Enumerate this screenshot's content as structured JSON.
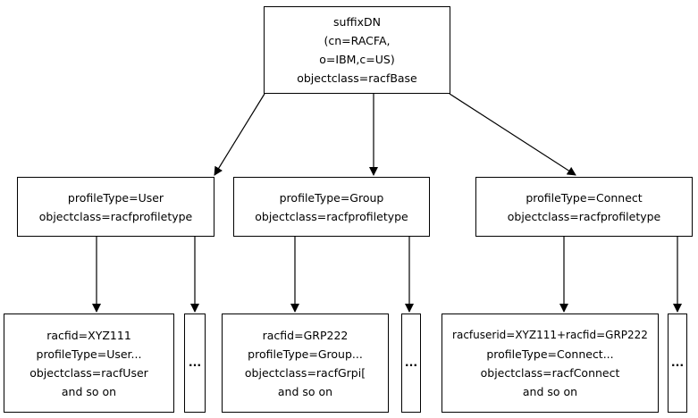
{
  "root": {
    "lines": [
      "suffixDN",
      "(cn=RACFA,",
      "o=IBM,c=US)",
      "objectclass=racfBase"
    ]
  },
  "types": [
    {
      "lines": [
        "profileType=User",
        "objectclass=racfprofiletype"
      ]
    },
    {
      "lines": [
        "profileType=Group",
        "objectclass=racfprofiletype"
      ]
    },
    {
      "lines": [
        "profileType=Connect",
        "objectclass=racfprofiletype"
      ]
    }
  ],
  "leaves": [
    {
      "lines": [
        "racfid=XYZ111",
        "profileType=User...",
        "objectclass=racfUser",
        "and so on"
      ]
    },
    {
      "lines": [
        "racfid=GRP222",
        "profileType=Group...",
        "objectclass=racfGrpi[",
        "and so on"
      ]
    },
    {
      "lines": [
        "racfuserid=XYZ111+racfid=GRP222",
        "profileType=Connect...",
        "objectclass=racfConnect",
        "and so on"
      ]
    }
  ],
  "more_label": "...",
  "colors": {
    "line": "#000000",
    "background": "#ffffff"
  }
}
